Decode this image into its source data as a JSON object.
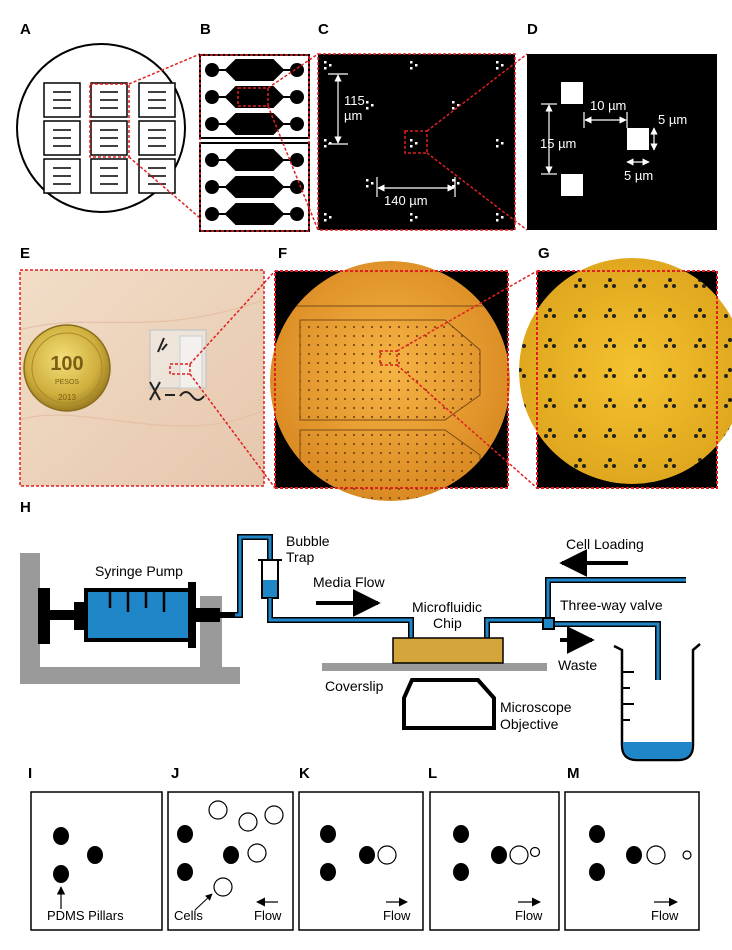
{
  "panel_letters": [
    "A",
    "B",
    "C",
    "D",
    "E",
    "F",
    "G",
    "H",
    "I",
    "J",
    "K",
    "L",
    "M"
  ],
  "panel_c": {
    "dim_vertical": [
      "115",
      "µm"
    ],
    "dim_horizontal": "140 µm"
  },
  "panel_d": {
    "dim_spacing": "10 µm",
    "dim_vertical": "15 µm",
    "dim_side": "5 µm",
    "dim_bottom": "5 µm"
  },
  "panel_e": {
    "coin_value": "100",
    "coin_word": "PESOS",
    "coin_year": "2013"
  },
  "panel_h": {
    "syringe_pump": "Syringe Pump",
    "bubble_trap": [
      "Bubble",
      "Trap"
    ],
    "media_flow": "Media Flow",
    "microfluidic_chip": [
      "Microfluidic",
      "Chip"
    ],
    "cell_loading": "Cell Loading",
    "three_way_valve": "Three-way valve",
    "waste": "Waste",
    "coverslip": "Coverslip",
    "microscope_objective": [
      "Microscope",
      "Objective"
    ]
  },
  "panel_bottom": {
    "pdms_pillars": "PDMS Pillars",
    "cells": "Cells",
    "flow": "Flow"
  },
  "colors": {
    "fluid_blue": "#1f86c8",
    "chip_gold": "#d4a53a",
    "frame_gray": "#9a9a9a",
    "zoom_red": "#e02020"
  }
}
